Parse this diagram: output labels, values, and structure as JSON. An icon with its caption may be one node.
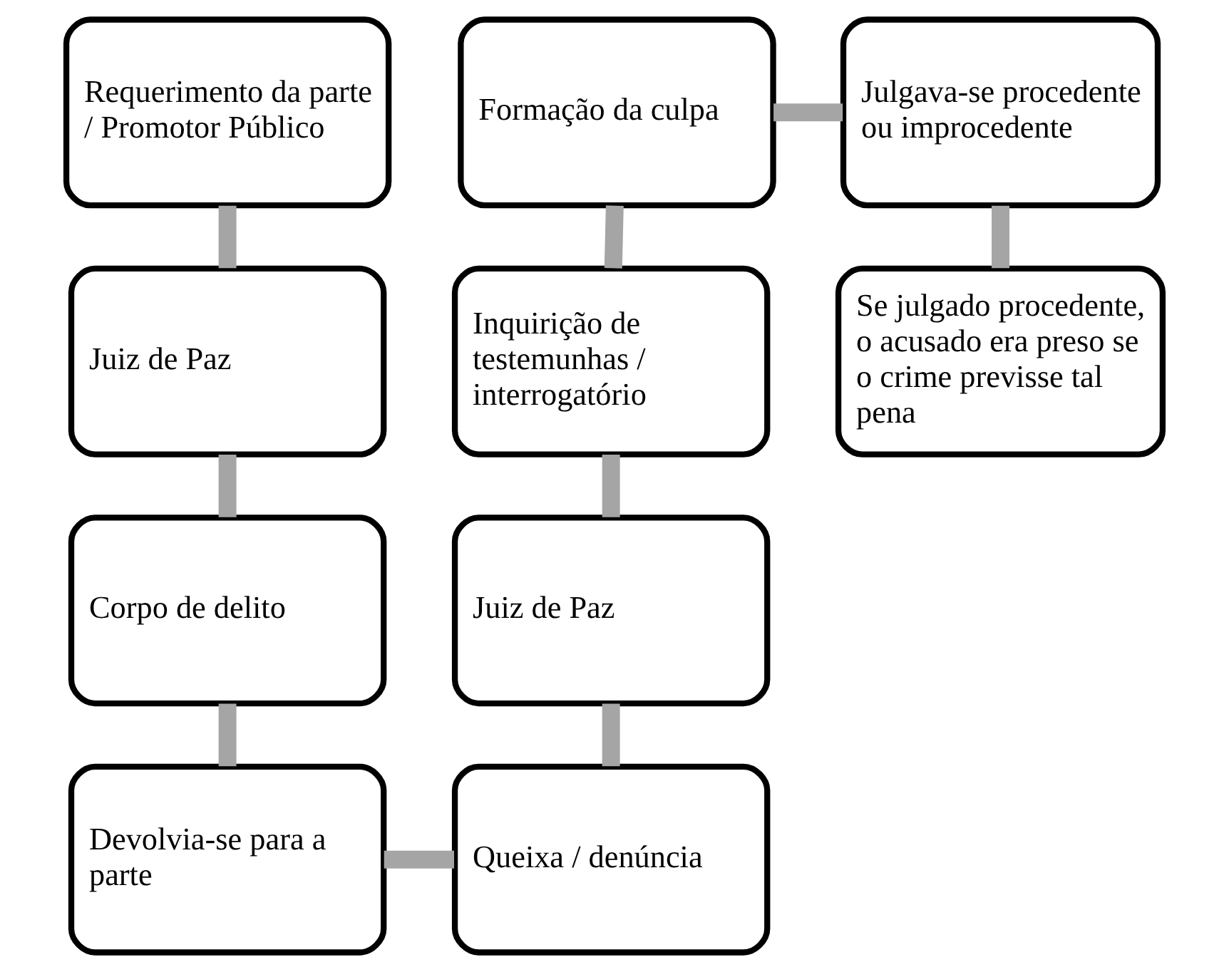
{
  "diagram": {
    "nodes": [
      {
        "text": [
          "Requerimento da parte / Promotor Público"
        ]
      },
      {
        "text": [
          "Juiz de Paz"
        ]
      },
      {
        "text": [
          "Corpo de delito"
        ]
      },
      {
        "text": [
          "Devolvia-se para a parte"
        ]
      },
      {
        "text": [
          "Queixa / denúncia"
        ]
      },
      {
        "text": [
          "Juiz de Paz"
        ]
      },
      {
        "text": [
          "Inquirição de testemunhas / interrogatório"
        ]
      },
      {
        "text": [
          "Formação da culpa"
        ]
      },
      {
        "text": [
          "Julgava-se procedente ou improcedente"
        ]
      },
      {
        "text": [
          "Se julgado procedente, o acusado era preso se o crime previsse tal pena"
        ]
      }
    ],
    "edges": [
      {
        "from": 0,
        "to": 1,
        "arrow": "none"
      },
      {
        "from": 1,
        "to": 2,
        "arrow": "none"
      },
      {
        "from": 2,
        "to": 3,
        "arrow": "none"
      },
      {
        "from": 3,
        "to": 4,
        "arrow": "none"
      },
      {
        "from": 4,
        "to": 5,
        "arrow": "none"
      },
      {
        "from": 5,
        "to": 6,
        "arrow": "none"
      },
      {
        "from": 6,
        "to": 7,
        "arrow": "none"
      },
      {
        "from": 7,
        "to": 8,
        "arrow": "none"
      },
      {
        "from": 8,
        "to": 9,
        "arrow": "none"
      }
    ]
  }
}
